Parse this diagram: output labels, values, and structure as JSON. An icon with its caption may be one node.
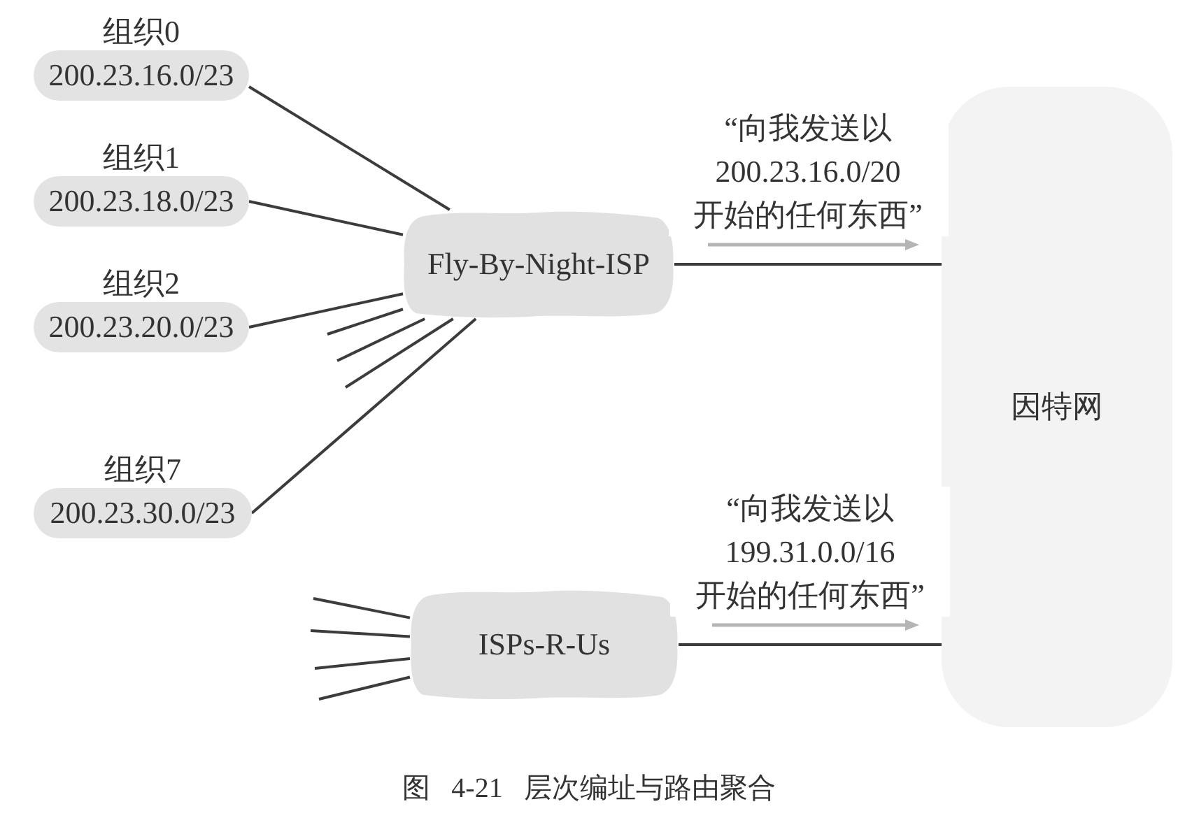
{
  "diagram": {
    "caption": "图 4-21 层次编址与路由聚合",
    "nodes": [
      {
        "text": [
          "组织0",
          "200.23.16.0/23"
        ]
      },
      {
        "text": [
          "组织1",
          "200.23.18.0/23"
        ]
      },
      {
        "text": [
          "组织2",
          "200.23.20.0/23"
        ]
      },
      {
        "text": [
          "组织7",
          "200.23.30.0/23"
        ]
      },
      {
        "text": [
          "Fly-By-Night-ISP"
        ]
      },
      {
        "text": [
          "ISPs-R-Us"
        ]
      },
      {
        "text": [
          "因特网"
        ]
      }
    ],
    "edges": [
      {
        "from": 0,
        "to": 4,
        "arrow": "none"
      },
      {
        "from": 1,
        "to": 4,
        "arrow": "none"
      },
      {
        "from": 2,
        "to": 4,
        "arrow": "none"
      },
      {
        "from": null,
        "to": 4,
        "arrow": "none"
      },
      {
        "from": null,
        "to": 4,
        "arrow": "none"
      },
      {
        "from": null,
        "to": 4,
        "arrow": "none"
      },
      {
        "from": 3,
        "to": 4,
        "arrow": "none"
      },
      {
        "from": 4,
        "to": 6,
        "arrow": "none",
        "label": "“向我发送以 200.23.16.0/20 开始的任何东西”"
      },
      {
        "from": null,
        "to": 5,
        "arrow": "none"
      },
      {
        "from": null,
        "to": 5,
        "arrow": "none"
      },
      {
        "from": null,
        "to": 5,
        "arrow": "none"
      },
      {
        "from": null,
        "to": 5,
        "arrow": "none"
      },
      {
        "from": 5,
        "to": 6,
        "arrow": "none",
        "label": "“向我发送以 199.31.0.0/16 开始的任何东西”"
      }
    ]
  }
}
